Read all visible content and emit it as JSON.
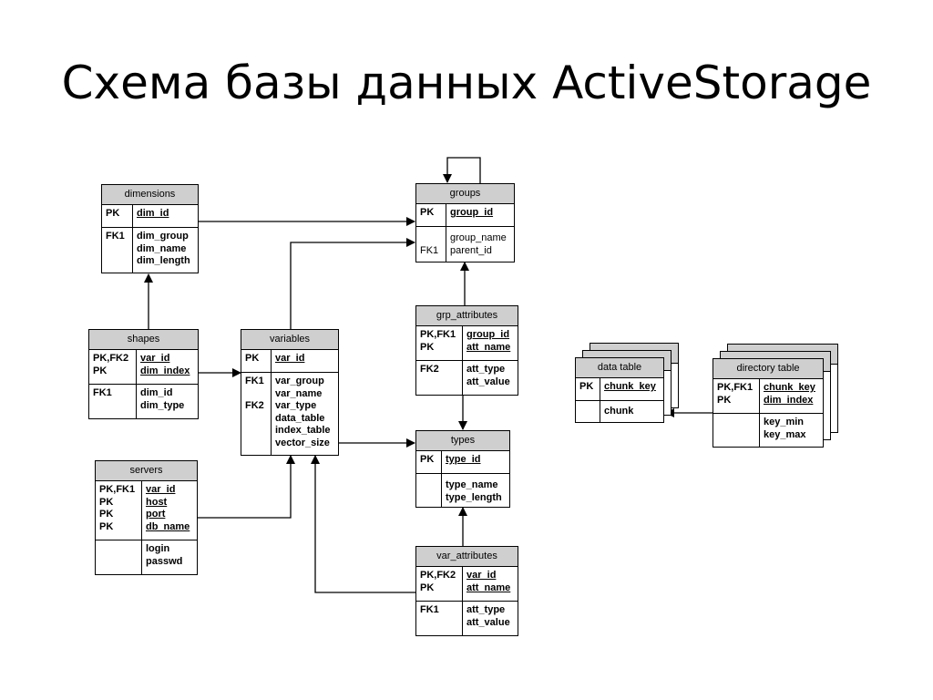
{
  "slide": {
    "title": "Схема базы данных ActiveStorage"
  },
  "entities": {
    "dimensions": {
      "name": "dimensions",
      "pk_keys": [
        "PK"
      ],
      "pk_cols": [
        "dim_id"
      ],
      "attr_keys": [
        "FK1"
      ],
      "attr_cols": [
        "dim_group",
        "dim_name",
        "dim_length"
      ]
    },
    "groups": {
      "name": "groups",
      "pk_keys": [
        "PK"
      ],
      "pk_cols": [
        "group_id"
      ],
      "attr_keys": [
        "",
        "FK1"
      ],
      "attr_cols": [
        "group_name",
        "parent_id"
      ]
    },
    "shapes": {
      "name": "shapes",
      "pk_keys": [
        "PK,FK2",
        "PK"
      ],
      "pk_cols": [
        "var_id",
        "dim_index"
      ],
      "attr_keys": [
        "FK1"
      ],
      "attr_cols": [
        "dim_id",
        "dim_type"
      ]
    },
    "variables": {
      "name": "variables",
      "pk_keys": [
        "PK"
      ],
      "pk_cols": [
        "var_id"
      ],
      "attr_keys": [
        "FK1",
        "",
        "FK2"
      ],
      "attr_cols": [
        "var_group",
        "var_name",
        "var_type",
        "data_table",
        "index_table",
        "vector_size"
      ]
    },
    "grp_attributes": {
      "name": "grp_attributes",
      "pk_keys": [
        "PK,FK1",
        "PK"
      ],
      "pk_cols": [
        "group_id",
        "att_name"
      ],
      "attr_keys": [
        "FK2"
      ],
      "attr_cols": [
        "att_type",
        "att_value"
      ]
    },
    "types": {
      "name": "types",
      "pk_keys": [
        "PK"
      ],
      "pk_cols": [
        "type_id"
      ],
      "attr_keys": [],
      "attr_cols": [
        "type_name",
        "type_length"
      ]
    },
    "servers": {
      "name": "servers",
      "pk_keys": [
        "PK,FK1",
        "PK",
        "PK",
        "PK"
      ],
      "pk_cols": [
        "var_id",
        "host",
        "port",
        "db_name"
      ],
      "attr_keys": [],
      "attr_cols": [
        "login",
        "passwd"
      ]
    },
    "var_attributes": {
      "name": "var_attributes",
      "pk_keys": [
        "PK,FK2",
        "PK"
      ],
      "pk_cols": [
        "var_id",
        "att_name"
      ],
      "attr_keys": [
        "FK1"
      ],
      "attr_cols": [
        "att_type",
        "att_value"
      ]
    },
    "data_table": {
      "name": "data table",
      "pk_keys": [
        "PK"
      ],
      "pk_cols": [
        "chunk_key"
      ],
      "attr_keys": [],
      "attr_cols": [
        "chunk"
      ]
    },
    "directory_table": {
      "name": "directory table",
      "pk_keys": [
        "PK,FK1",
        "PK"
      ],
      "pk_cols": [
        "chunk_key",
        "dim_index"
      ],
      "attr_keys": [],
      "attr_cols": [
        "key_min",
        "key_max"
      ]
    }
  },
  "relations": [
    [
      "dimensions",
      "groups"
    ],
    [
      "variables",
      "groups"
    ],
    [
      "groups",
      "groups"
    ],
    [
      "shapes",
      "dimensions"
    ],
    [
      "shapes",
      "variables"
    ],
    [
      "grp_attributes",
      "groups"
    ],
    [
      "grp_attributes",
      "types"
    ],
    [
      "variables",
      "types"
    ],
    [
      "servers",
      "variables"
    ],
    [
      "var_attributes",
      "types"
    ],
    [
      "var_attributes",
      "variables"
    ],
    [
      "directory_table",
      "data_table"
    ]
  ]
}
